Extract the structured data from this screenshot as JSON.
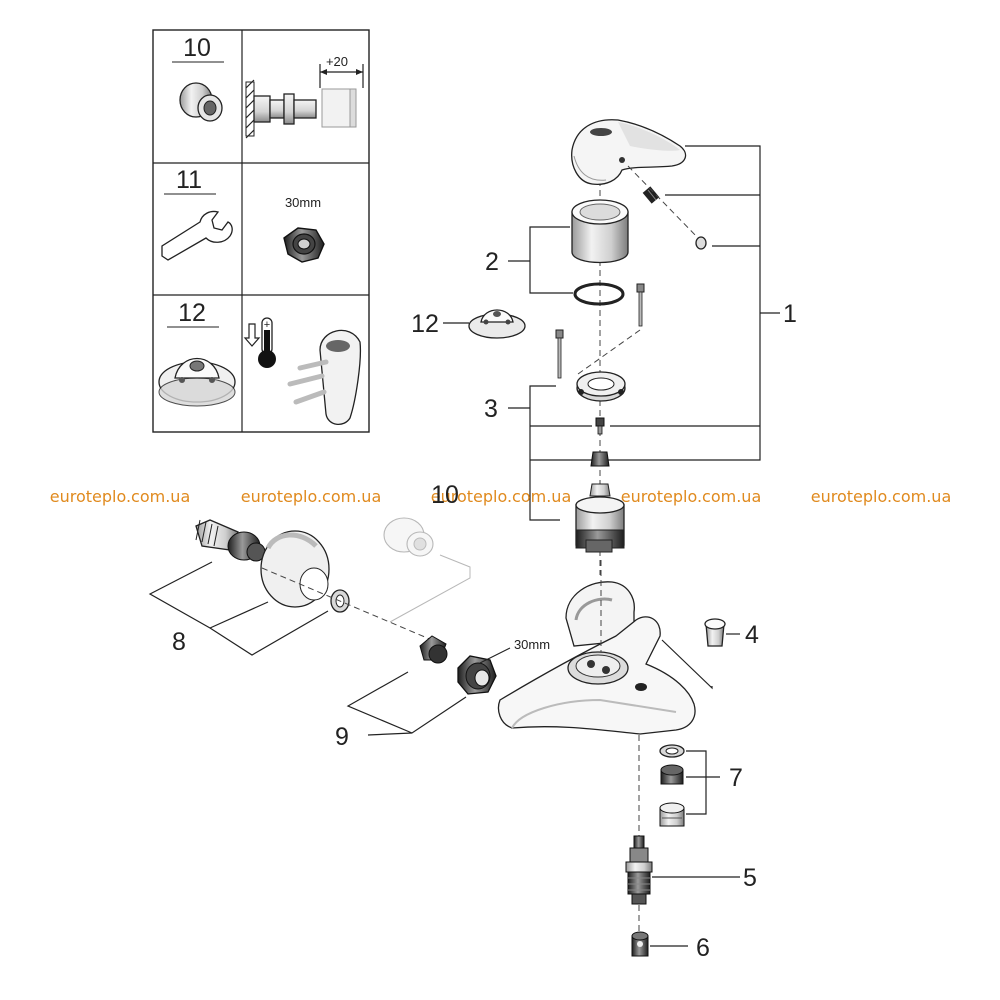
{
  "legend": {
    "rows": [
      {
        "number": "10",
        "dimension": "+20"
      },
      {
        "number": "11",
        "dimension": "30mm"
      },
      {
        "number": "12",
        "dimension": ""
      }
    ]
  },
  "callouts": {
    "c1": "1",
    "c2": "2",
    "c3": "3",
    "c4": "4",
    "c5": "5",
    "c6": "6",
    "c7": "7",
    "c8": "8",
    "c9": "9",
    "c10": "10",
    "c12": "12"
  },
  "dimension_labels": {
    "nut_size": "30mm"
  },
  "watermark": {
    "text": "euroteplo.com.ua",
    "repeats": 5,
    "color": "#e08a1e"
  },
  "icons": [
    "adapter-icon",
    "wall-adapter-section-icon",
    "wrench-icon",
    "hex-nut-icon",
    "escutcheon-icon",
    "thermometer-icon",
    "lever-handle-icon"
  ]
}
